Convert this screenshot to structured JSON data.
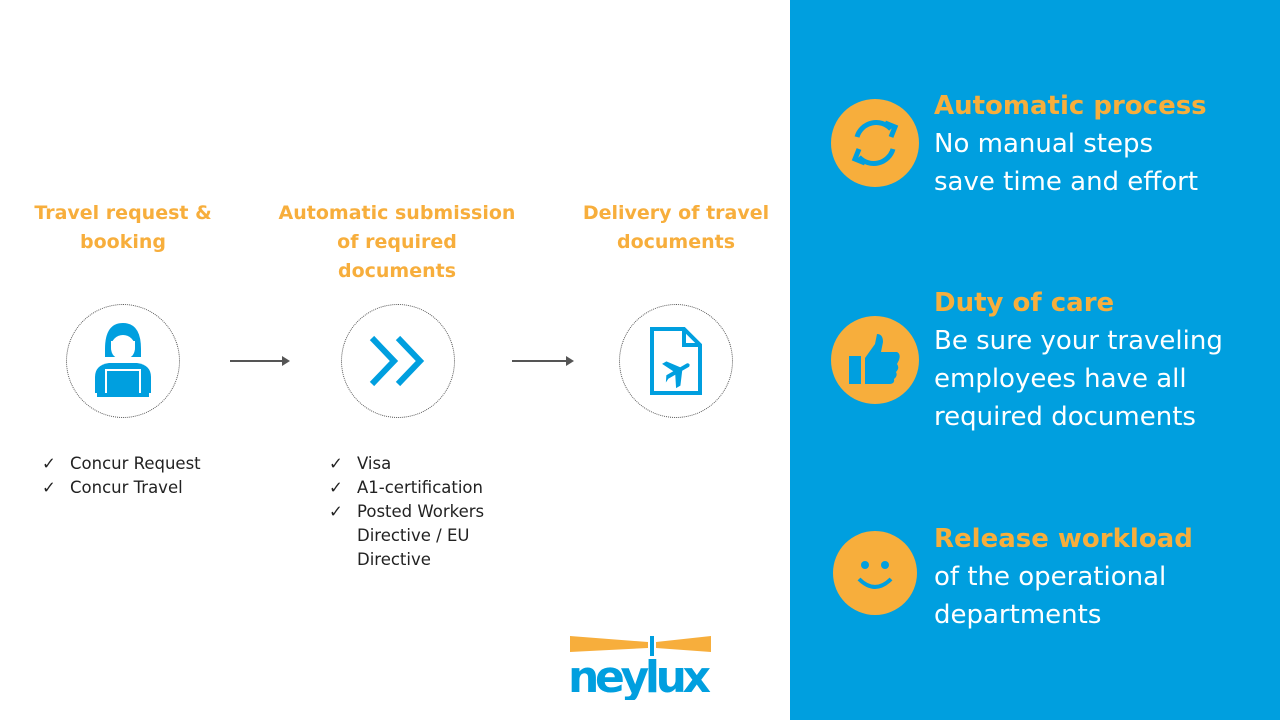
{
  "steps": [
    {
      "title": "Travel request & booking",
      "icon": "user-laptop-icon",
      "items": [
        "Concur Request",
        "Concur Travel"
      ]
    },
    {
      "title": "Automatic submission of required documents",
      "icon": "double-chevron-icon",
      "items": [
        "Visa",
        "A1-certification",
        "Posted Workers Directive / EU Directive"
      ]
    },
    {
      "title": "Delivery of travel documents",
      "icon": "plane-document-icon",
      "items": []
    }
  ],
  "benefits": [
    {
      "heading": "Automatic process",
      "text": "No manual steps save time and effort",
      "icon": "refresh-icon"
    },
    {
      "heading": "Duty of care",
      "text": "Be sure your traveling employees have all required documents",
      "icon": "thumbs-up-icon"
    },
    {
      "heading": "Release workload",
      "text": "of the operational departments",
      "icon": "smiley-icon"
    }
  ],
  "logo": {
    "text": "neylux"
  },
  "colors": {
    "accent": "#F7AE3C",
    "blue": "#009FDF"
  }
}
